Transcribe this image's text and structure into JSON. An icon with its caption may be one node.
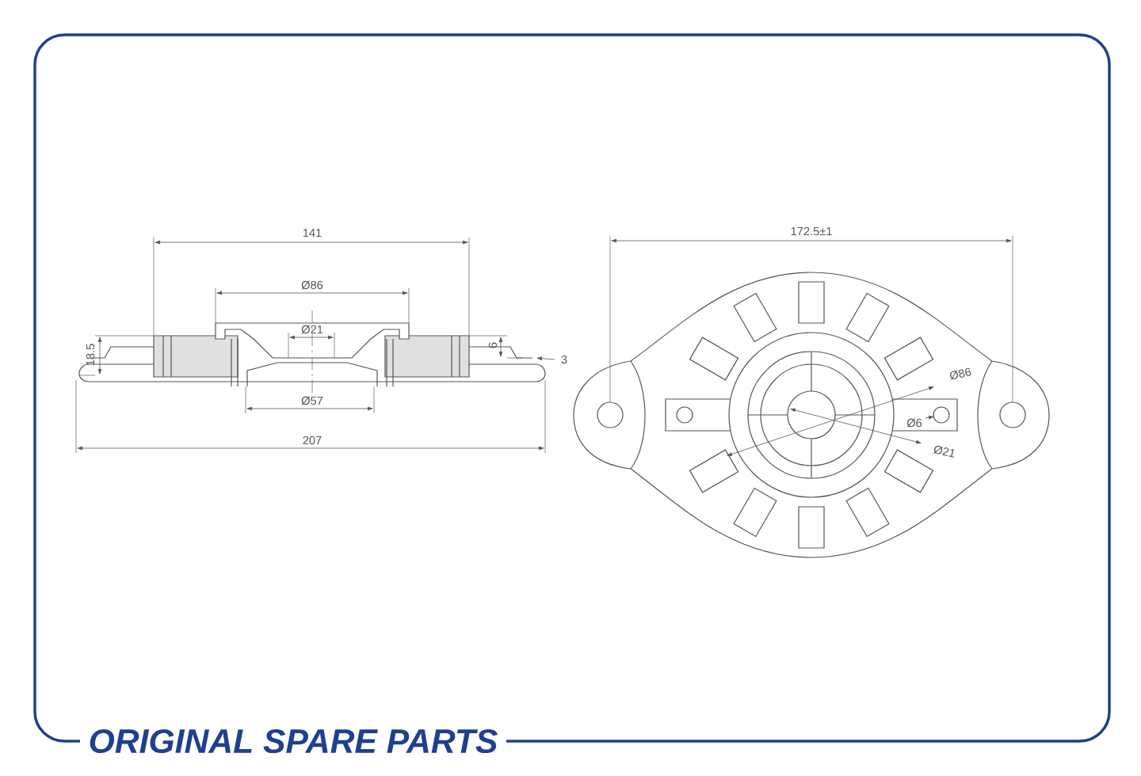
{
  "diagram": {
    "labels": [
      "141",
      "172.5±1",
      "Ø86",
      "Ø21",
      "6",
      "18.5",
      "3",
      "Ø86",
      "Ø6",
      "Ø21",
      "Ø57",
      "207",
      "ORIGINAL SPARE PARTS"
    ]
  }
}
